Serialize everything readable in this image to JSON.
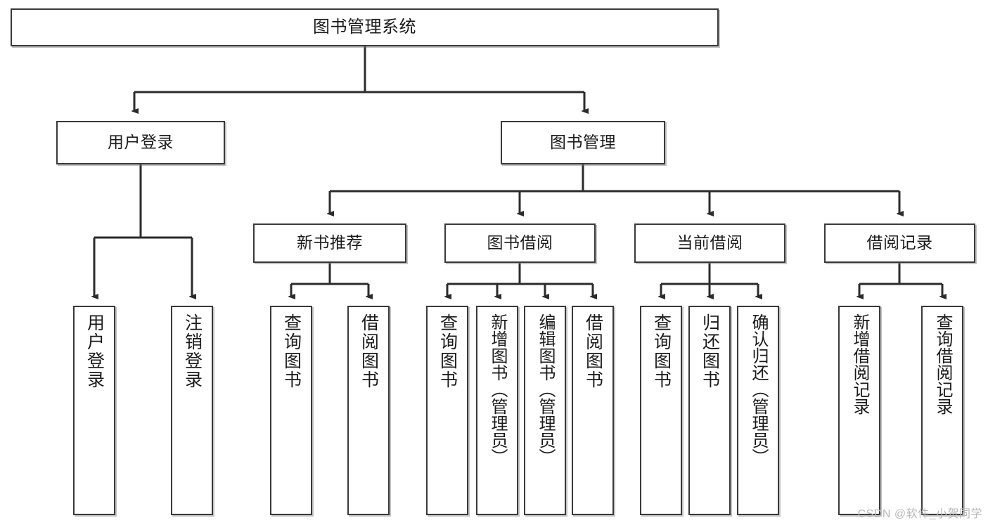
{
  "diagram": {
    "title": "图书管理系统",
    "type": "tree-hierarchy-diagram",
    "colors": {
      "box_border": "#3a3a3a",
      "box_fill": "#ffffff",
      "connector": "#2b2b2b",
      "text": "#1b1b1b",
      "watermark": "#b9b9b9"
    },
    "root": {
      "label": "图书管理系统"
    },
    "level2": [
      {
        "label": "用户登录"
      },
      {
        "label": "图书管理"
      }
    ],
    "level3": [
      {
        "label": "新书推荐"
      },
      {
        "label": "图书借阅"
      },
      {
        "label": "当前借阅"
      },
      {
        "label": "借阅记录"
      }
    ],
    "leaves": {
      "user_login": [
        {
          "label": "用户登录"
        },
        {
          "label": "注销登录"
        }
      ],
      "new_book_recommend": [
        {
          "label": "查询图书"
        },
        {
          "label": "借阅图书"
        }
      ],
      "book_borrow": [
        {
          "label": "查询图书"
        },
        {
          "label": "新增图书（管理员）"
        },
        {
          "label": "编辑图书（管理员）"
        },
        {
          "label": "借阅图书"
        }
      ],
      "current_borrow": [
        {
          "label": "查询图书"
        },
        {
          "label": "归还图书"
        },
        {
          "label": "确认归还（管理员）"
        }
      ],
      "borrow_record": [
        {
          "label": "新增借阅记录"
        },
        {
          "label": "查询借阅记录"
        }
      ]
    }
  },
  "watermark": {
    "text": "CSDN @软件_小贺同学"
  }
}
